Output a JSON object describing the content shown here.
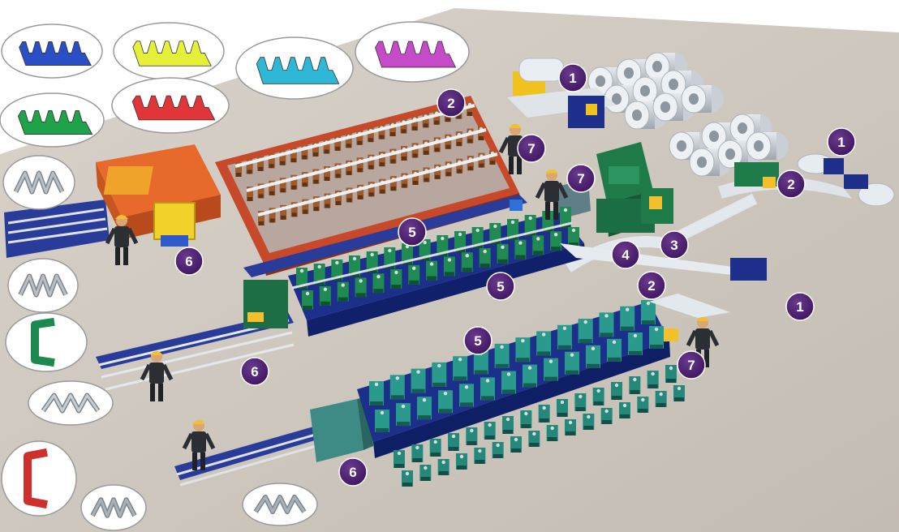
{
  "colors": {
    "marker": "#4a1a6e",
    "floor": "#cfc8bf",
    "machine_green": "#1f7a4a",
    "frame_blue": "#1c2f8a",
    "frame_red": "#c0421e",
    "guard_orange": "#e8672a",
    "steel": "#b9c0c6",
    "thumb_border": "#9a9a9a"
  },
  "profile_thumbnails": [
    {
      "name": "blue-corrugated-sheet",
      "color": "#2a4fc4"
    },
    {
      "name": "yellow-trapezoid-sheet",
      "color": "#e6f03a"
    },
    {
      "name": "cyan-deck-sheet",
      "color": "#2fb7d6"
    },
    {
      "name": "magenta-trapezoid-sheet",
      "color": "#c54bc9"
    },
    {
      "name": "green-trapezoid-sheet",
      "color": "#1ea24a"
    },
    {
      "name": "red-corrugated-sheet",
      "color": "#e0363a"
    },
    {
      "name": "steel-omega-profile",
      "color": "#b9bfc5"
    },
    {
      "name": "steel-hat-channel",
      "color": "#b9bfc5"
    },
    {
      "name": "green-c-purlin",
      "color": "#1c8a4e"
    },
    {
      "name": "perforated-cable-tray",
      "color": "#c9ced3"
    },
    {
      "name": "red-z-purlin",
      "color": "#d0302c"
    },
    {
      "name": "steel-angle-profile",
      "color": "#aab2b8"
    },
    {
      "name": "steel-sigma-profile",
      "color": "#aab2b8"
    }
  ],
  "markers": [
    {
      "label": "1"
    },
    {
      "label": "2"
    },
    {
      "label": "7"
    },
    {
      "label": "7"
    },
    {
      "label": "1"
    },
    {
      "label": "2"
    },
    {
      "label": "5"
    },
    {
      "label": "6"
    },
    {
      "label": "4"
    },
    {
      "label": "3"
    },
    {
      "label": "2"
    },
    {
      "label": "5"
    },
    {
      "label": "1"
    },
    {
      "label": "5"
    },
    {
      "label": "6"
    },
    {
      "label": "7"
    },
    {
      "label": "6"
    }
  ]
}
